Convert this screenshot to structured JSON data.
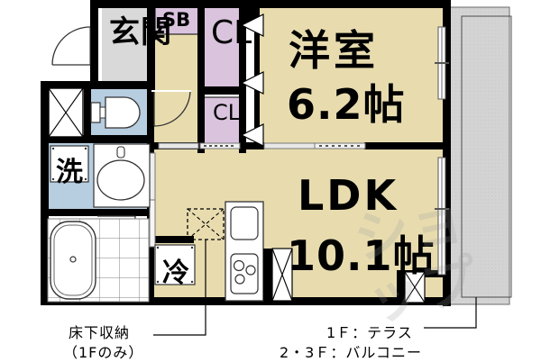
{
  "document": {
    "type": "japanese-floor-plan",
    "title": "間取り図"
  },
  "rooms": [
    {
      "id": "genkan",
      "label": "玄関",
      "name_only": true,
      "fill": "#d9d9d9"
    },
    {
      "id": "yoshitsu",
      "label": "洋室",
      "area": "6.2帖",
      "fill": "#e8dcaf"
    },
    {
      "id": "ldk",
      "label": "LDK",
      "area": "10.1帖",
      "fill": "#e8dcaf"
    },
    {
      "id": "hall",
      "label": "",
      "name_only": true,
      "fill": "#e8dcaf"
    },
    {
      "id": "toilet",
      "label": "",
      "name_only": true,
      "fill": "#b7cde0"
    },
    {
      "id": "washroom",
      "label": "洗",
      "name_only": true,
      "fill": "#b7cde0"
    },
    {
      "id": "bath",
      "label": "",
      "name_only": true,
      "fill": "#ffffff"
    },
    {
      "id": "balcony",
      "label": "",
      "name_only": true,
      "fill": "#d3d3d3"
    }
  ],
  "labels": {
    "genkan": "玄関",
    "shoe_box": "SB",
    "closet_upper": "CL",
    "closet_lower": "CL",
    "western_room": "洋室",
    "western_room_area": "6.2帖",
    "ldk": "LDK",
    "ldk_area": "10.1帖",
    "washing_machine": "洗",
    "refrigerator": "冷"
  },
  "annotations": [
    {
      "id": "underfloor-storage",
      "line1": "床下収納",
      "line2": "（1Fのみ）"
    },
    {
      "id": "outdoor-space",
      "line1": "1Ｆ：テラス",
      "line2": "2・3Ｆ：バルコニー"
    }
  ],
  "colors": {
    "wall": "#000000",
    "room_fill": "#e8dcaf",
    "entrance_fill": "#d9d9d9",
    "closet_fill": "#d9c3dd",
    "water_fill": "#b7cde0",
    "balcony_fill": "#d3d3d3",
    "text": "#000000",
    "background": "#ffffff"
  },
  "watermark": {
    "text": "ショップ"
  }
}
